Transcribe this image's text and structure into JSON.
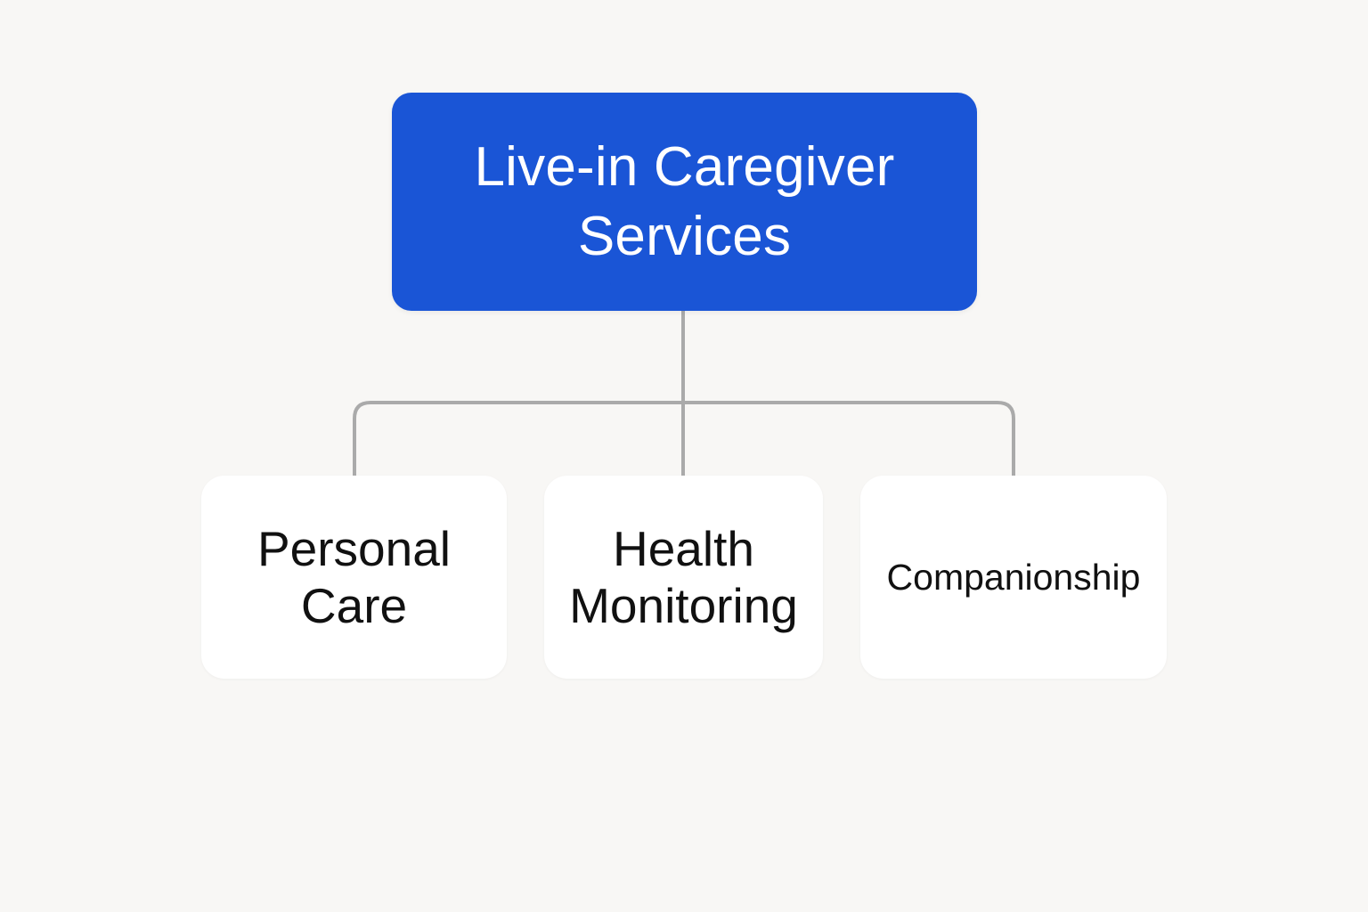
{
  "colors": {
    "background": "#f8f7f5",
    "root_fill": "#1a55d6",
    "child_fill": "#ffffff",
    "connector": "#aaaaaa",
    "child_text": "#111111",
    "root_text": "#ffffff"
  },
  "diagram": {
    "type": "hierarchy",
    "root": {
      "label": "Live-in Caregiver Services"
    },
    "children": [
      {
        "label": "Personal Care"
      },
      {
        "label": "Health Monitoring"
      },
      {
        "label": "Companionship"
      }
    ]
  }
}
